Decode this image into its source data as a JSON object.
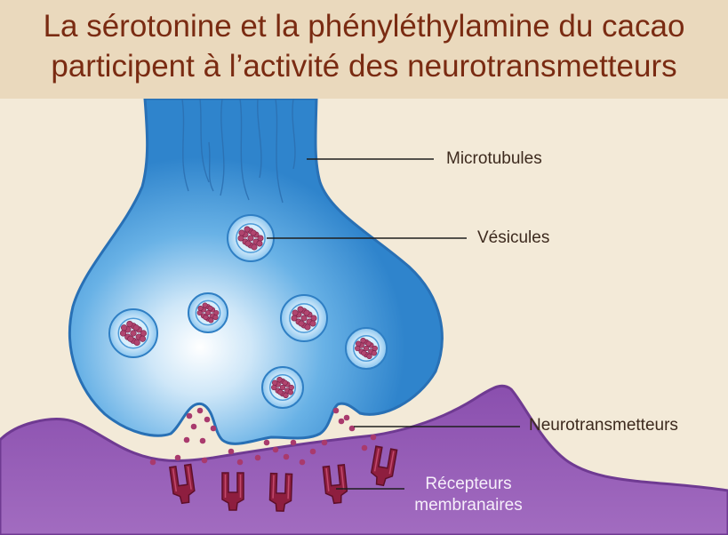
{
  "title": {
    "line1": "La sérotonine et la phényléthylamine du cacao",
    "line2": "participent à l’activité des neurotransmetteurs"
  },
  "labels": {
    "microtubules": "Microtubules",
    "vesicles": "Vésicules",
    "neurotransmitters": "Neurotransmetteurs",
    "receptors_line1": "Récepteurs",
    "receptors_line2": "membranaires"
  },
  "colors": {
    "header_band": "#ead9bd",
    "background": "#f3ead8",
    "title_text": "#7a2b12",
    "presynaptic_neuron": "#3b8fd4",
    "postsynaptic_membrane": "#8d55ac",
    "vesicle_content": "#a93a6d",
    "receptor": "#8e1e3f"
  }
}
